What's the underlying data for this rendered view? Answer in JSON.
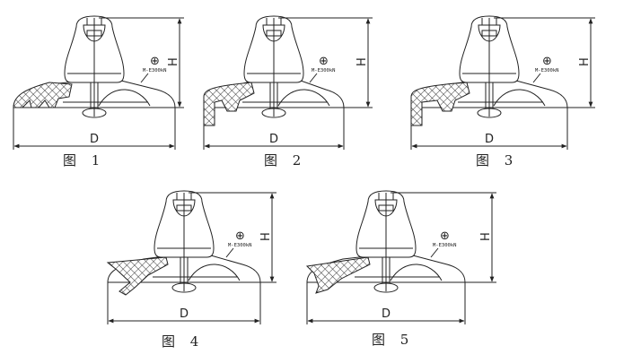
{
  "figures": [
    {
      "caption": "图 1",
      "dim_h": "H",
      "dim_d": "D",
      "marking": "M-E300kN",
      "shed": "fog-ribbed"
    },
    {
      "caption": "图 2",
      "dim_h": "H",
      "dim_d": "D",
      "marking": "M-E300kN",
      "shed": "deep-rib"
    },
    {
      "caption": "图 3",
      "dim_h": "H",
      "dim_d": "D",
      "marking": "M-E300kN",
      "shed": "deep-rib-outer"
    },
    {
      "caption": "图 4",
      "dim_h": "H",
      "dim_d": "D",
      "marking": "M-E300kN",
      "shed": "aerodynamic"
    },
    {
      "caption": "图 5",
      "dim_h": "H",
      "dim_d": "D",
      "marking": "M-E300kN",
      "shed": "double-shed"
    }
  ],
  "colors": {
    "line": "#222222",
    "background": "#ffffff"
  }
}
